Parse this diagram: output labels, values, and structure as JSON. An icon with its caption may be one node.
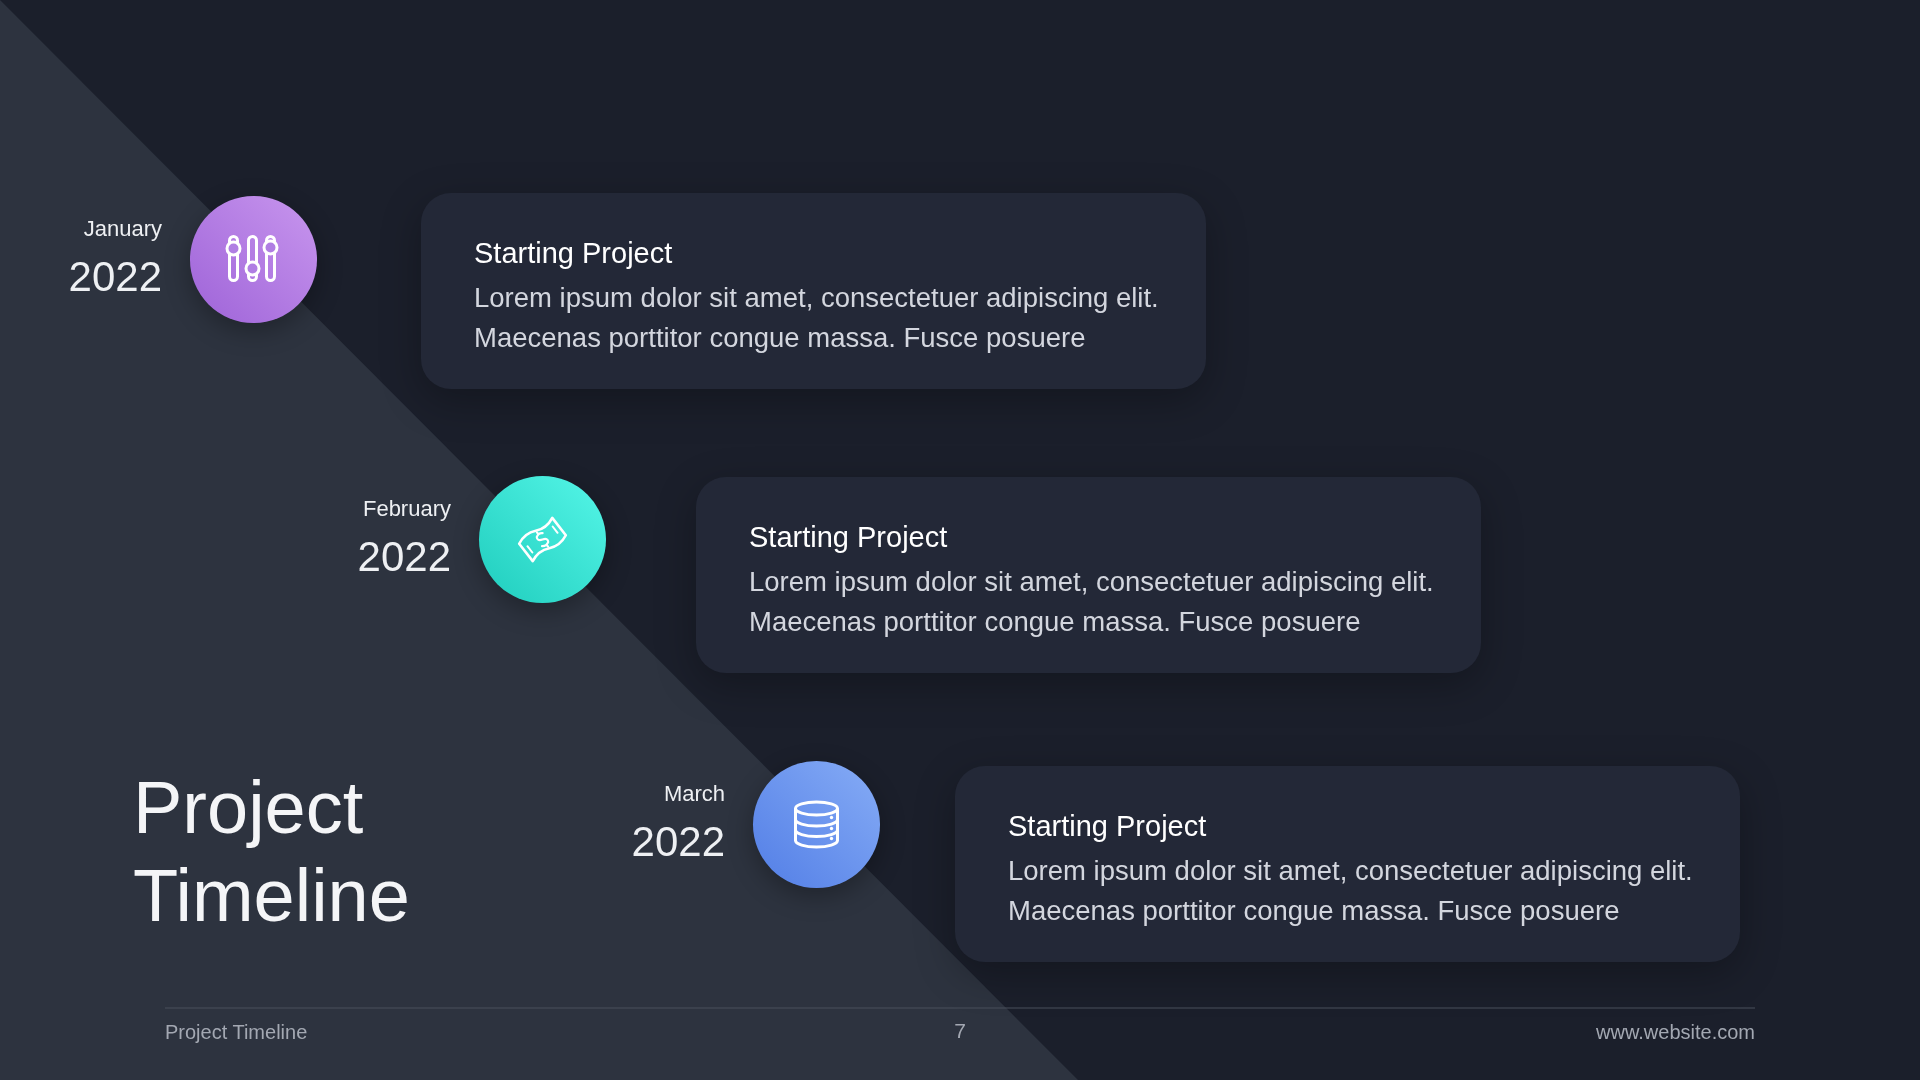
{
  "diagram": {
    "title": "Project Timeline",
    "nodes": [
      {
        "text": [],
        "shape": "circle",
        "beside": [
          "January",
          "2022"
        ]
      },
      {
        "text": [
          "Starting Project",
          "Lorem ipsum dolor sit amet, consectetuer adipiscing elit. Maecenas porttitor congue massa. Fusce posuere"
        ]
      },
      {
        "text": [],
        "shape": "circle",
        "beside": [
          "February",
          "2022"
        ]
      },
      {
        "text": [
          "Starting Project",
          "Lorem ipsum dolor sit amet, consectetuer adipiscing elit. Maecenas porttitor congue massa. Fusce posuere"
        ]
      },
      {
        "text": [],
        "shape": "circle",
        "beside": [
          "March",
          "2022"
        ]
      },
      {
        "text": [
          "Starting Project",
          "Lorem ipsum dolor sit amet, consectetuer adipiscing elit. Maecenas porttitor congue massa. Fusce posuere"
        ]
      }
    ],
    "labels": [
      "Project Timeline",
      "7",
      "www.website.com"
    ]
  }
}
